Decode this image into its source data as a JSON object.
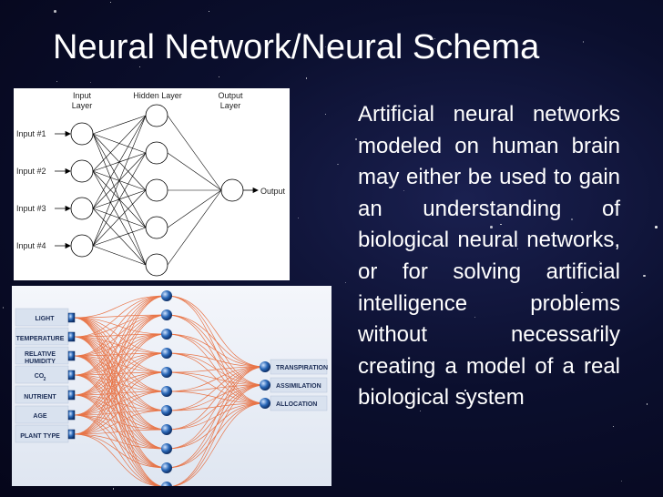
{
  "slide": {
    "title": "Neural Network/Neural Schema",
    "body": "Artificial neural networks modeled on human brain may either be used to gain an understanding of biological neural networks, or for solving artificial intelligence problems without necessarily creating a model of a real biological system"
  },
  "diagram1": {
    "layer_titles": {
      "input_line1": "Input",
      "input_line2": "Layer",
      "hidden": "Hidden Layer",
      "output_line1": "Output",
      "output_line2": "Layer"
    },
    "inputs": [
      "Input #1",
      "Input #2",
      "Input #3",
      "Input #4"
    ],
    "output": "Output"
  },
  "diagram2": {
    "inputs": [
      "LIGHT",
      "TEMPERATURE",
      "RELATIVE",
      "HUMIDITY",
      "CO",
      "2",
      "NUTRIENT",
      "AGE",
      "PLANT TYPE"
    ],
    "outputs": [
      "TRANSPIRATION",
      "ASSIMILATION",
      "ALLOCATION"
    ],
    "colors": {
      "connection": "#e8602a",
      "node": "#2a68b8",
      "input_box": "#2a68b8"
    }
  }
}
